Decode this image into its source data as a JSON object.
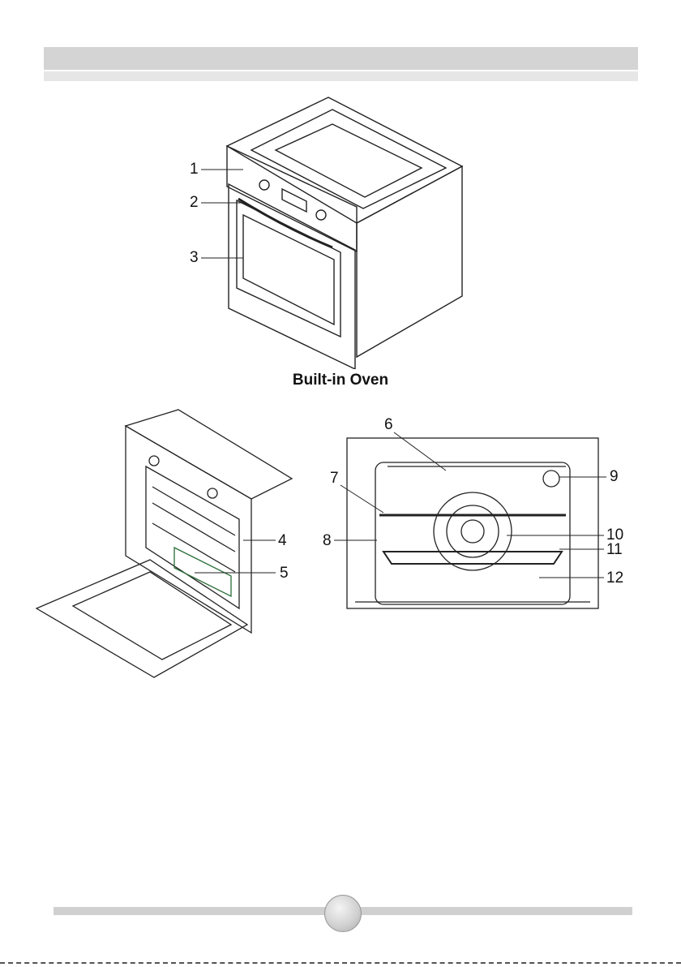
{
  "caption": "Built-in Oven",
  "callouts": {
    "c1": "1",
    "c2": "2",
    "c3": "3",
    "c4": "4",
    "c5": "5",
    "c6": "6",
    "c7": "7",
    "c8": "8",
    "c9": "9",
    "c10": "10",
    "c11": "11",
    "c12": "12"
  }
}
